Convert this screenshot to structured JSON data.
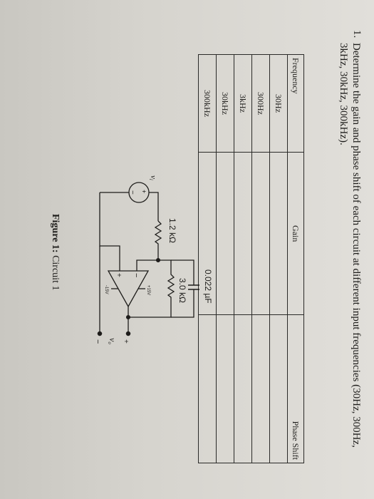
{
  "question": {
    "number": "1.",
    "text": "Determine the gain and phase shift of each circuit at different input frequencies (30Hz, 300Hz, 3kHz, 30kHz, 300kHz)."
  },
  "table": {
    "headers": [
      "Frequency",
      "Gain",
      "Phase Shift"
    ],
    "rows": [
      {
        "frequency": "30Hz",
        "gain": "",
        "phase": ""
      },
      {
        "frequency": "300Hz",
        "gain": "",
        "phase": ""
      },
      {
        "frequency": "3kHz",
        "gain": "",
        "phase": ""
      },
      {
        "frequency": "30kHz",
        "gain": "",
        "phase": ""
      },
      {
        "frequency": "300kHz",
        "gain": "",
        "phase": ""
      }
    ]
  },
  "circuit": {
    "capacitor_label": "0.022 µF",
    "feedback_resistor_label": "3.0 kΩ",
    "input_resistor_label": "1.2 kΩ",
    "supply_pos_label": "+15V",
    "supply_neg_label": "-15V",
    "opamp_minus": "−",
    "opamp_plus": "+",
    "source_label": "v",
    "source_sub": "i",
    "source_plus": "+",
    "source_minus": "−",
    "output_label": "v",
    "output_sub": "o",
    "output_plus": "+",
    "output_minus": "−"
  },
  "figure_caption": {
    "bold": "Figure 1:",
    "text": " Circuit 1"
  },
  "colors": {
    "ink": "#1e1d1b",
    "paper": "#dcdad4"
  }
}
